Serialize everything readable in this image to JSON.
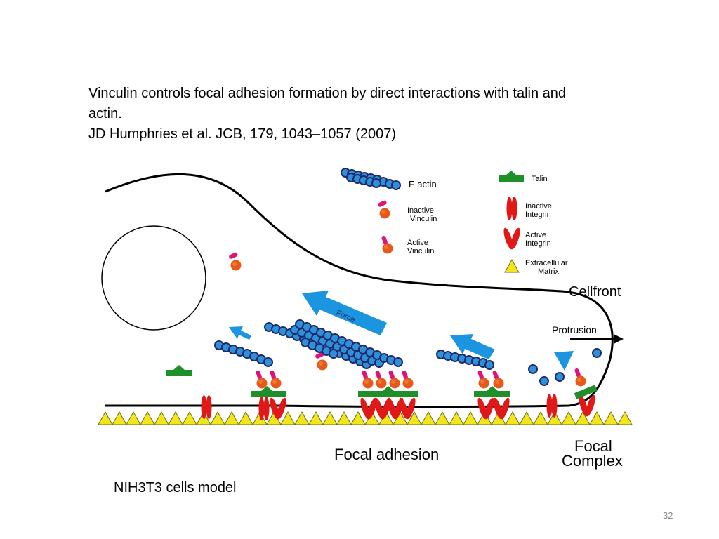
{
  "slide": {
    "title_line1": "Vinculin controls focal adhesion formation by direct interactions with talin and",
    "title_line2": "actin.",
    "citation": "JD Humphries et al. JCB, 179, 1043–1057 (2007)",
    "caption": "NIH3T3 cells model",
    "slide_number": "32"
  },
  "legend": {
    "f_actin": "F-actin",
    "inactive_vinculin_1": "Inactive",
    "inactive_vinculin_2": "Vinculin",
    "active_vinculin_1": "Active",
    "active_vinculin_2": "Vinculin",
    "talin": "Talin",
    "inactive_integrin_1": "Inactive",
    "inactive_integrin_2": "Integrin",
    "active_integrin_1": "Active",
    "active_integrin_2": "Integrin",
    "ecm_1": "Extracellular",
    "ecm_2": "Matrix"
  },
  "labels": {
    "cellfront": "Cellfront",
    "protrusion": "Protrusion",
    "force": "Force",
    "focal_adhesion": "Focal adhesion",
    "focal_complex_1": "Focal",
    "focal_complex_2": "Complex"
  },
  "colors": {
    "actin_fill": "#2f8fd8",
    "actin_stroke": "#1f2a6b",
    "vinculin_body": "#e8581a",
    "vinculin_tail": "#e0127a",
    "talin": "#1f8f2a",
    "integrin": "#e01818",
    "matrix": "#f2e51a",
    "arrow": "#1b95e0"
  }
}
